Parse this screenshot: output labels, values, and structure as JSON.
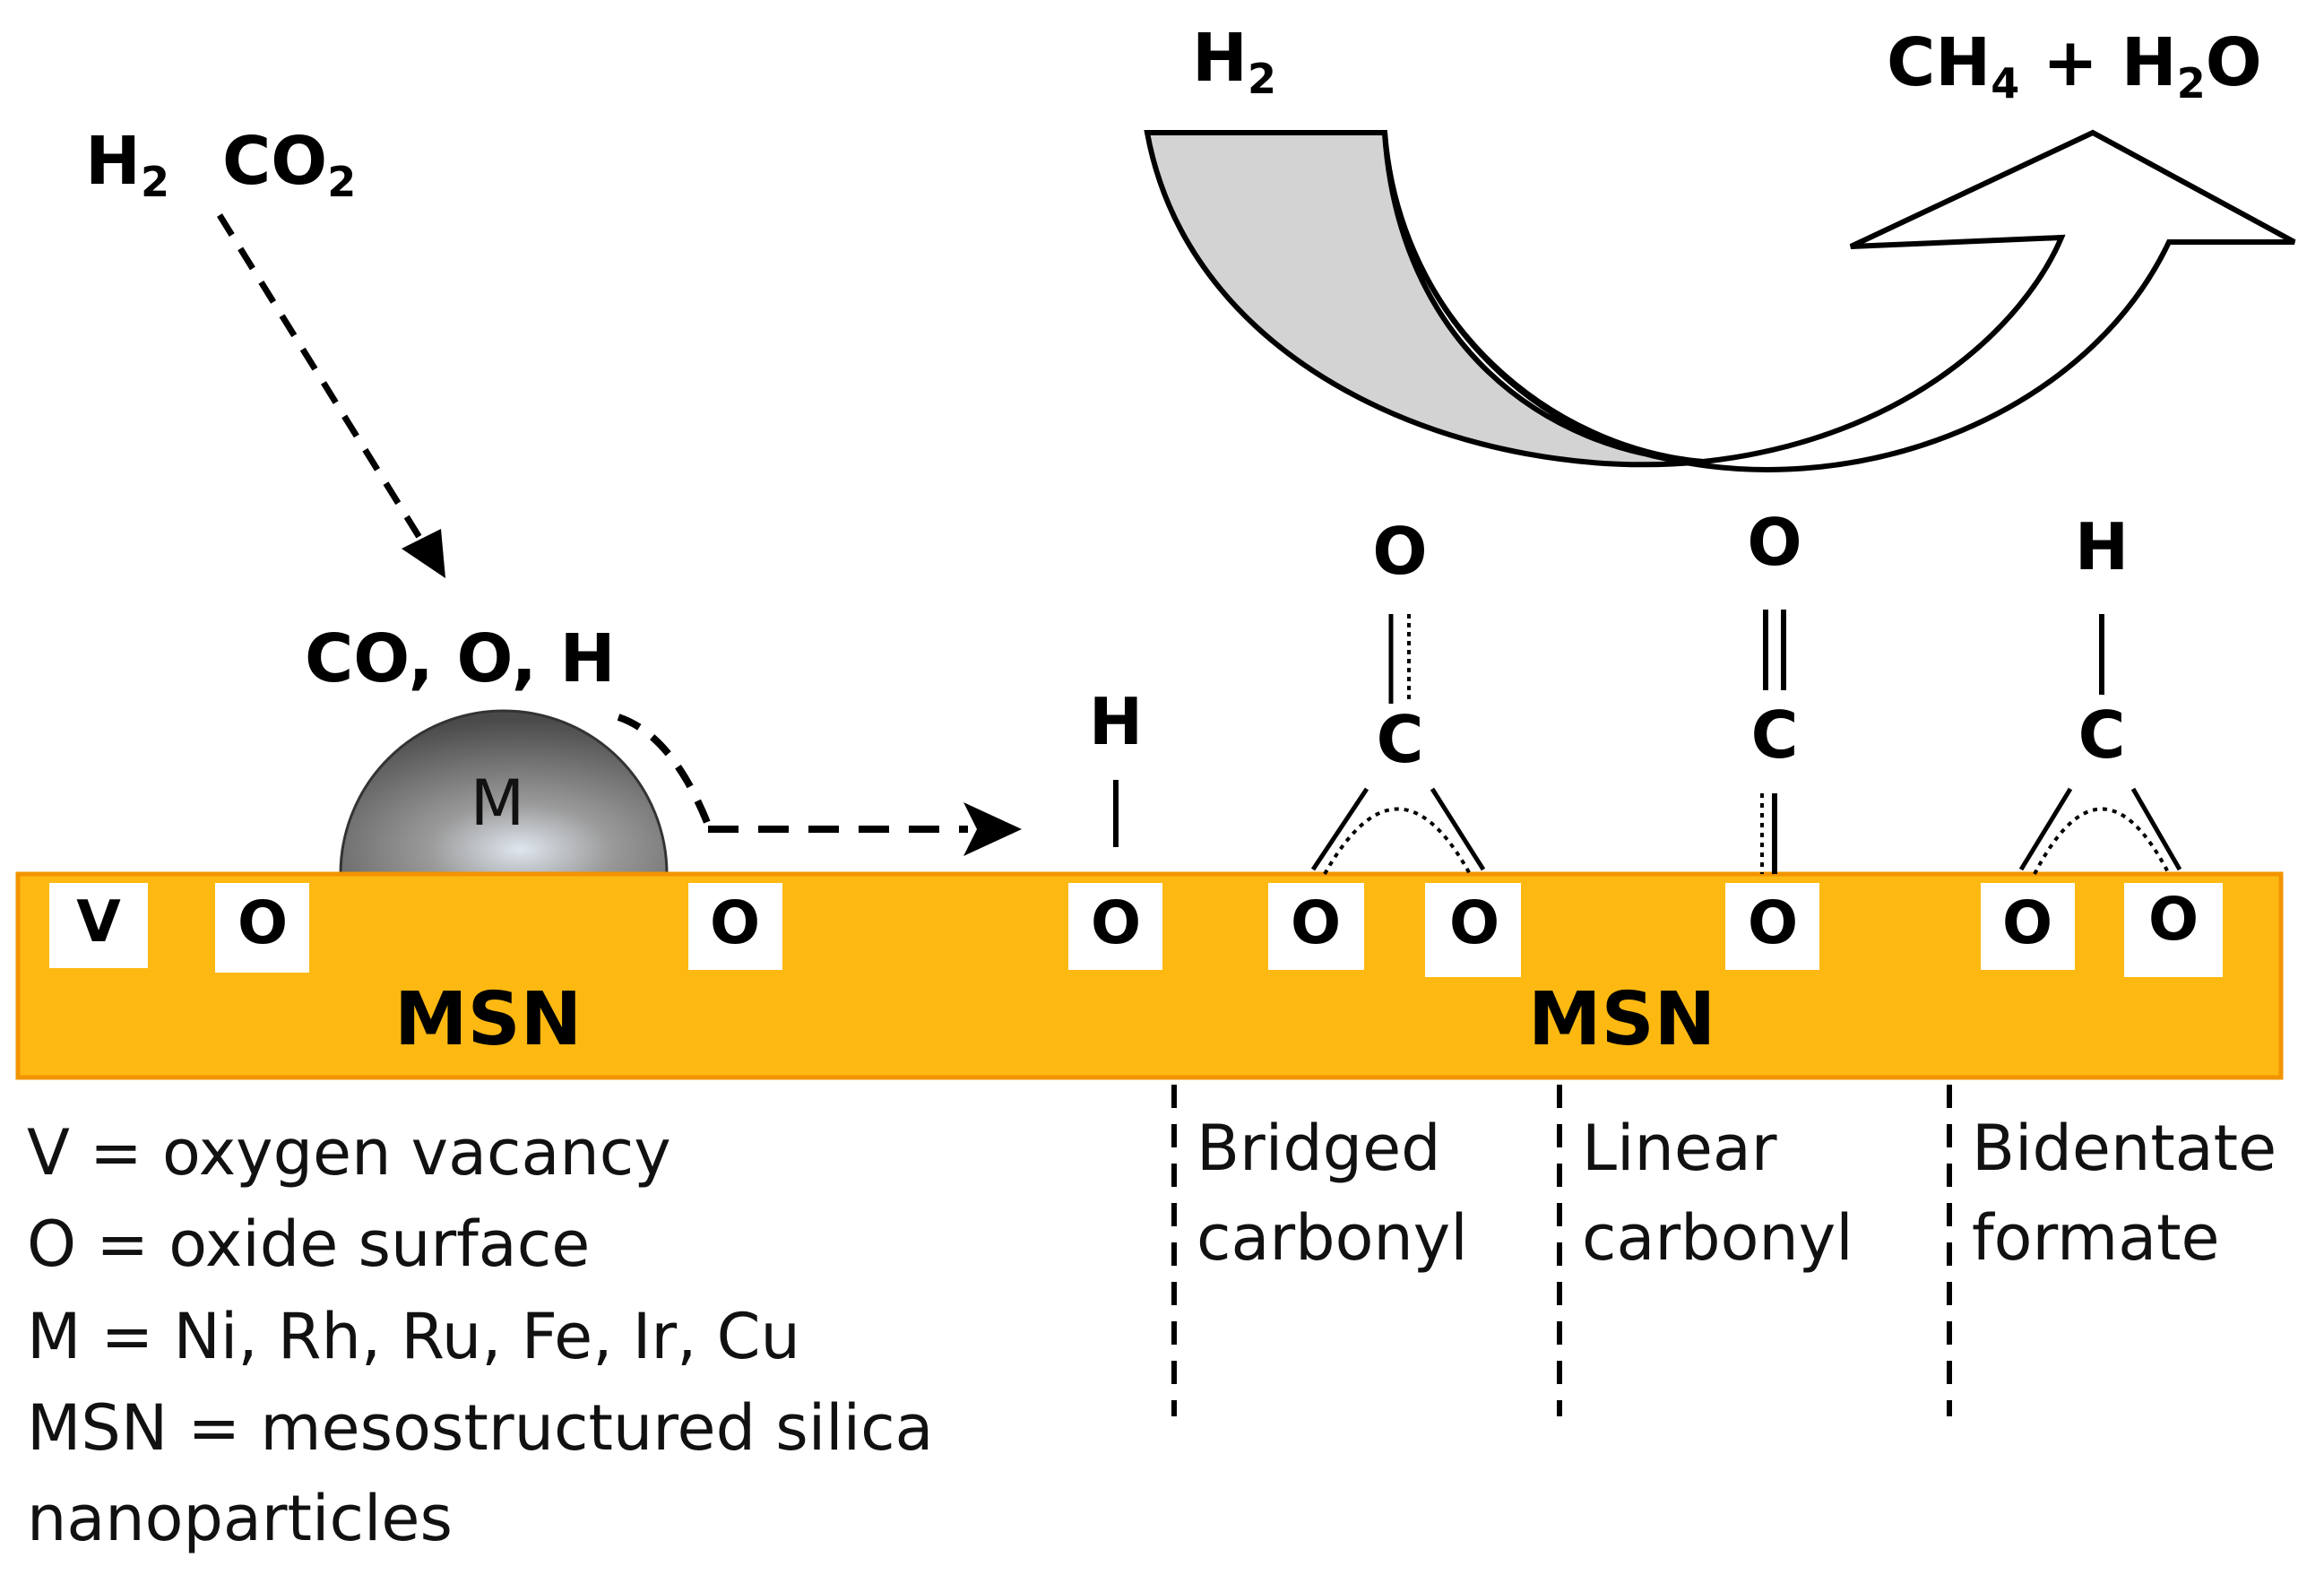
{
  "reactants": {
    "h2": "H",
    "co2": "CO",
    "sub2": "2"
  },
  "adsorbed_species": "CO, O, H",
  "metal_label": "M",
  "cycle_input": {
    "h2": "H",
    "sub2": "2"
  },
  "cycle_output": {
    "ch": "CH",
    "sub4": "4",
    "plus": " + H",
    "sub2": "2",
    "o": "O"
  },
  "support_label": "MSN",
  "site_v": "V",
  "site_o": "O",
  "species": {
    "hydroxyl": {
      "top": "H"
    },
    "bridged": {
      "top": "O",
      "center": "C",
      "name_line1": "Bridged",
      "name_line2": "carbonyl"
    },
    "linear": {
      "top": "O",
      "center": "C",
      "name_line1": "Linear",
      "name_line2": "carbonyl"
    },
    "formate": {
      "top": "H",
      "center": "C",
      "name_line1": "Bidentate",
      "name_line2": "formate"
    }
  },
  "legend": [
    "V = oxygen vacancy",
    "O = oxide surface",
    "M = Ni, Rh, Ru, Fe, Ir, Cu",
    "MSN = mesostructured silica",
    "nanoparticles"
  ],
  "colors": {
    "support": "#FDB912",
    "support_edge": "#F29400",
    "metal": "#7a7a7a",
    "input_arrow": "#d3d3d3"
  }
}
